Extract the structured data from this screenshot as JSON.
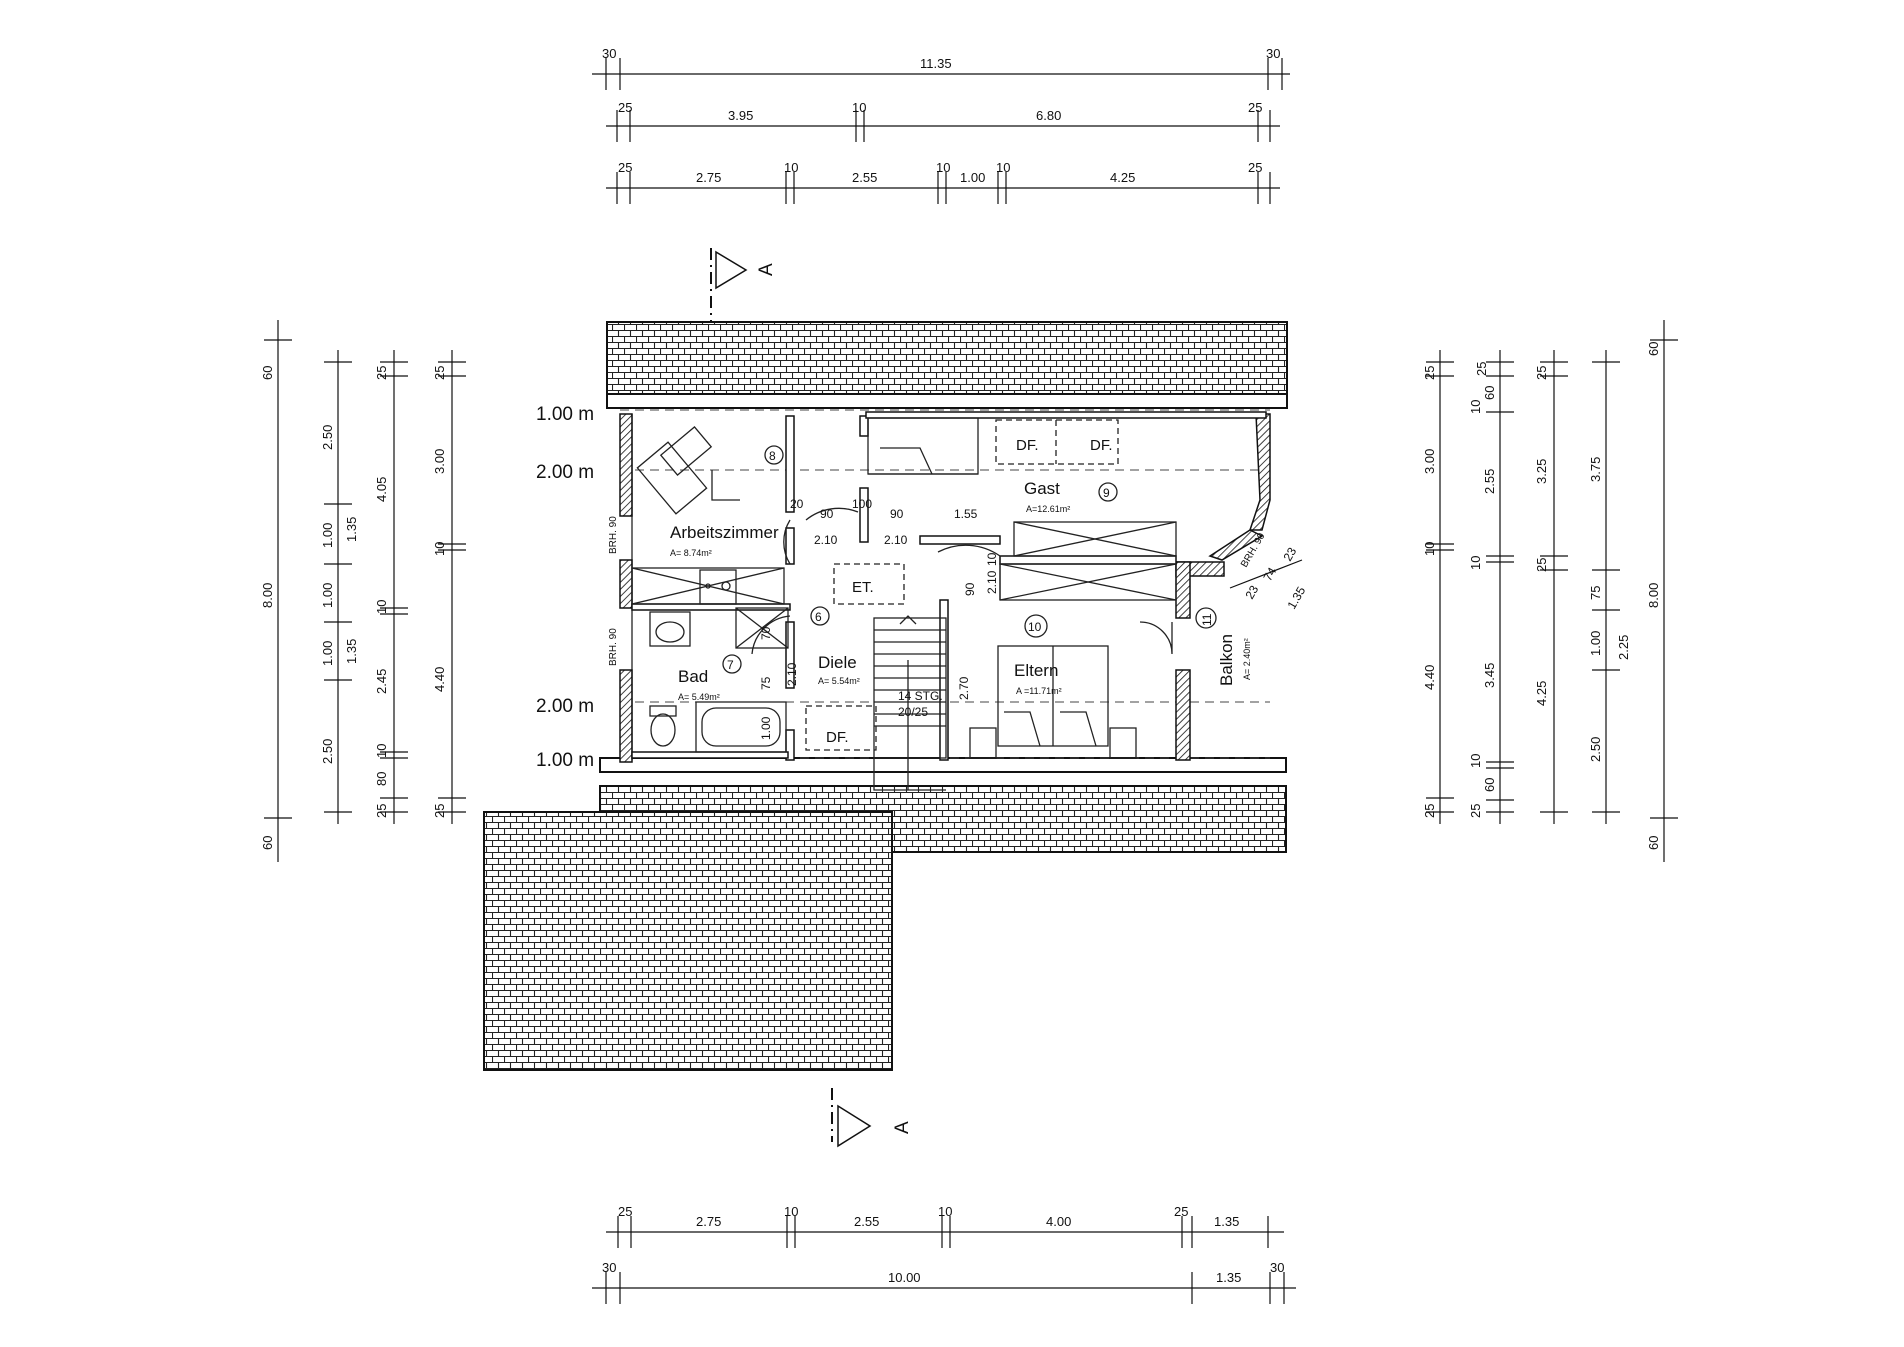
{
  "dims_top": {
    "row1": [
      "30",
      "11.35",
      "30"
    ],
    "row2": [
      "25",
      "3.95",
      "10",
      "6.80",
      "25"
    ],
    "row3": [
      "25",
      "2.75",
      "10",
      "2.55",
      "10",
      "1.00",
      "10",
      "4.25",
      "25"
    ]
  },
  "dims_bottom": {
    "row1": [
      "25",
      "2.75",
      "10",
      "2.55",
      "10",
      "4.00",
      "25",
      "1.35"
    ],
    "row2": [
      "30",
      "10.00",
      "1.35",
      "30"
    ]
  },
  "dims_left": {
    "c1": [
      "60",
      "8.00",
      "60"
    ],
    "c2": [
      "2.50",
      "1.00",
      "1.00",
      "1.00",
      "2.50"
    ],
    "c3": [
      "1.35",
      "1.35"
    ],
    "c4": [
      "25",
      "4.05",
      "10",
      "2.45",
      "10",
      "80",
      "25"
    ],
    "c5": [
      "25",
      "3.00",
      "10",
      "4.40",
      "25"
    ]
  },
  "dims_right": {
    "c1": [
      "25",
      "3.00",
      "10",
      "4.40",
      "25"
    ],
    "c2": [
      "25",
      "10",
      "60",
      "2.55",
      "10",
      "3.45",
      "10",
      "60",
      "25"
    ],
    "c3": [
      "25",
      "3.25",
      "25",
      "4.25"
    ],
    "c4": [
      "75",
      "1.00",
      "2.50",
      "3.75"
    ],
    "c5": [
      "2.25"
    ],
    "c6": [
      "60",
      "8.00",
      "60"
    ]
  },
  "levels": [
    "1.00 m",
    "2.00 m",
    "2.00 m",
    "1.00 m"
  ],
  "section_marker": "A",
  "brh": [
    "BRH. 90",
    "BRH. 90",
    "BRH. 90"
  ],
  "rooms": [
    {
      "name": "Arbeitszimmer",
      "area": "A= 8.74m²",
      "number": "8"
    },
    {
      "name": "Gast",
      "area": "A=12.61m²",
      "number": "9"
    },
    {
      "name": "Diele",
      "area": "A= 5.54m²",
      "number": "6"
    },
    {
      "name": "Bad",
      "area": "A= 5.49m²",
      "number": "7"
    },
    {
      "name": "Eltern",
      "area": "A =11.71m²",
      "number": "10"
    },
    {
      "name": "Balkon",
      "area": "A= 2.40m²",
      "number": "11"
    }
  ],
  "labels": {
    "df": "DF.",
    "et": "ET.",
    "stairs1": "14 STG.",
    "stairs2": "20/25",
    "d20": "20",
    "d90a": "90",
    "d100": "100",
    "d90b": "90",
    "d155": "1.55",
    "d210a": "2.10",
    "d210b": "2.10",
    "d210c": "2.10",
    "d210d": "2.10",
    "d90c": "90",
    "d10": "10",
    "d70": "70",
    "d75": "75",
    "d100b": "1.00",
    "d270": "2.70",
    "d23a": "23",
    "d74": "74",
    "d23b": "23",
    "d135": "1.35"
  }
}
